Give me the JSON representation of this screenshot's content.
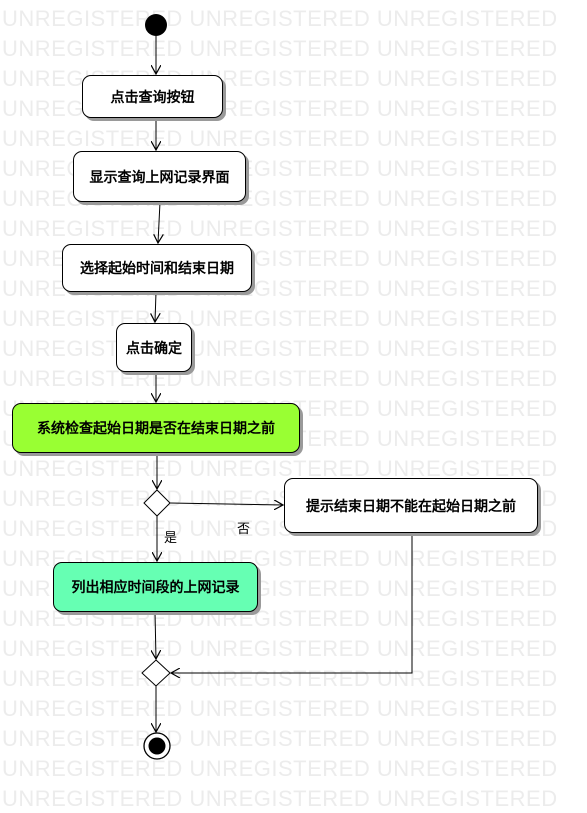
{
  "watermark": {
    "text": "UNREGISTERED UNREGISTERED UNREGISTERED"
  },
  "colors": {
    "check": "#99ff33",
    "result": "#66ffb3",
    "action": "#ffffff",
    "line": "#000000"
  },
  "nodes": {
    "click_query": "点击查询按钮",
    "show_ui": "显示查询上网记录界面",
    "select_dates": "选择起始时间和结束日期",
    "click_ok": "点击确定",
    "check": "系统检查起始日期是否在结束日期之前",
    "error_msg": "提示结束日期不能在起始日期之前",
    "list_records": "列出相应时间段的上网记录"
  },
  "guards": {
    "yes": "是",
    "no": "否"
  }
}
